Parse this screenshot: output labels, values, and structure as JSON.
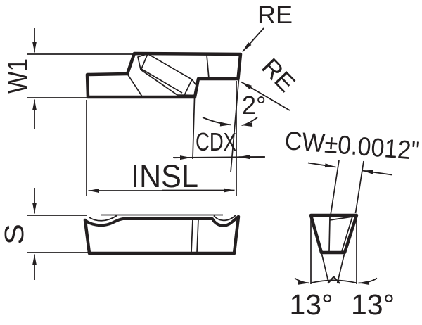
{
  "diagram": {
    "background": "#ffffff",
    "line_color": "#231f20",
    "views": {
      "top": {
        "dims": {
          "w1": "W1",
          "re_top": "RE",
          "re_front": "RE",
          "front_angle": "2°",
          "cdx": "CDX",
          "insl": "INSL"
        }
      },
      "side": {
        "dims": {
          "s": "S"
        }
      },
      "end": {
        "dims": {
          "cw": "CW±0.0012\"",
          "angle_left": "13°",
          "angle_right": "13°"
        }
      }
    }
  }
}
